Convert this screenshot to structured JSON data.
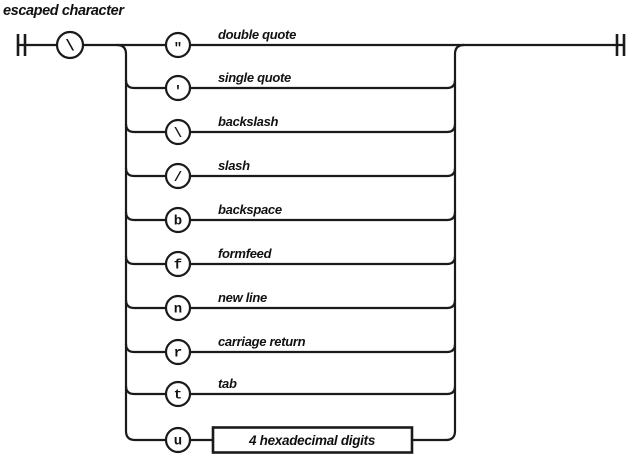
{
  "diagram": {
    "title": "escaped character",
    "escape_symbol": "\\",
    "rows": [
      {
        "symbol": "\"",
        "label": "double quote"
      },
      {
        "symbol": "'",
        "label": "single quote"
      },
      {
        "symbol": "\\",
        "label": "backslash"
      },
      {
        "symbol": "/",
        "label": "slash"
      },
      {
        "symbol": "b",
        "label": "backspace"
      },
      {
        "symbol": "f",
        "label": "formfeed"
      },
      {
        "symbol": "n",
        "label": "new line"
      },
      {
        "symbol": "r",
        "label": "carriage return"
      },
      {
        "symbol": "t",
        "label": "tab"
      },
      {
        "symbol": "u",
        "box_label": "4 hexadecimal digits"
      }
    ],
    "colors": {
      "line": "#1a1a1a",
      "background": "#ffffff"
    }
  }
}
